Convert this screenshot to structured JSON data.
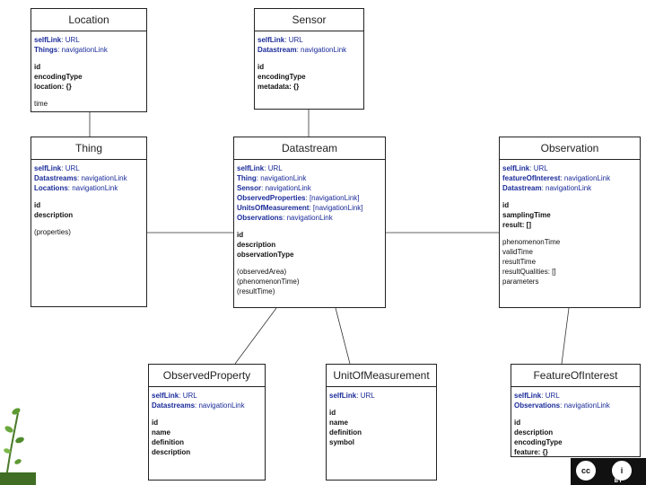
{
  "entities": [
    {
      "key": "location",
      "title": "Location",
      "links": [
        {
          "name": "selfLink",
          "type": "URL"
        },
        {
          "name": "Things",
          "type": "navigationLink"
        }
      ],
      "fields": [
        "id",
        "encodingType",
        "location: {}"
      ],
      "extra": [
        "time"
      ]
    },
    {
      "key": "sensor",
      "title": "Sensor",
      "links": [
        {
          "name": "selfLink",
          "type": "URL"
        },
        {
          "name": "Datastream",
          "type": "navigationLink"
        }
      ],
      "fields": [
        "id",
        "encodingType",
        "metadata: {}"
      ],
      "extra": []
    },
    {
      "key": "thing",
      "title": "Thing",
      "links": [
        {
          "name": "selfLink",
          "type": "URL"
        },
        {
          "name": "Datastreams",
          "type": "navigationLink"
        },
        {
          "name": "Locations",
          "type": "navigationLink"
        }
      ],
      "fields": [
        "id",
        "description"
      ],
      "extra": [
        "(properties)"
      ]
    },
    {
      "key": "datastream",
      "title": "Datastream",
      "links": [
        {
          "name": "selfLink",
          "type": "URL"
        },
        {
          "name": "Thing",
          "type": "navigationLink"
        },
        {
          "name": "Sensor",
          "type": "navigationLink"
        },
        {
          "name": "ObservedProperties",
          "type": "[navigationLink]"
        },
        {
          "name": "UnitsOfMeasurement",
          "type": "[navigationLink]"
        },
        {
          "name": "Observations",
          "type": "navigationLink"
        }
      ],
      "fields": [
        "id",
        "description",
        "observationType"
      ],
      "extra": [
        "(observedArea)",
        "(phenomenonTime)",
        "(resultTime)"
      ]
    },
    {
      "key": "observation",
      "title": "Observation",
      "links": [
        {
          "name": "selfLink",
          "type": "URL"
        },
        {
          "name": "featureOfInterest",
          "type": "navigationLink"
        },
        {
          "name": "Datastream",
          "type": "navigationLink"
        }
      ],
      "fields": [
        "id",
        "samplingTime",
        "result: []"
      ],
      "extra": [
        "phenomenonTime",
        "validTime",
        "resultTime",
        "resultQualities: []",
        "parameters"
      ]
    },
    {
      "key": "observedproperty",
      "title": "ObservedProperty",
      "links": [
        {
          "name": "selfLink",
          "type": "URL"
        },
        {
          "name": "Datastreams",
          "type": "navigationLink"
        }
      ],
      "fields": [
        "id",
        "name",
        "definition",
        "description"
      ],
      "extra": []
    },
    {
      "key": "unitofmeasurement",
      "title": "UnitOfMeasurement",
      "links": [
        {
          "name": "selfLink",
          "type": "URL"
        }
      ],
      "fields": [
        "id",
        "name",
        "definition",
        "symbol"
      ],
      "extra": []
    },
    {
      "key": "featureofinterest",
      "title": "FeatureOfInterest",
      "links": [
        {
          "name": "selfLink",
          "type": "URL"
        },
        {
          "name": "Observations",
          "type": "navigationLink"
        }
      ],
      "fields": [
        "id",
        "description",
        "encodingType",
        "feature: {}"
      ],
      "extra": []
    }
  ],
  "license": {
    "cc": "cc",
    "by_symbol": "i",
    "by_label": "BY"
  },
  "colors": {
    "link_name": "#1a2b99",
    "border": "#222222",
    "edge": "#333333",
    "leaf": "#4a7a2a"
  }
}
